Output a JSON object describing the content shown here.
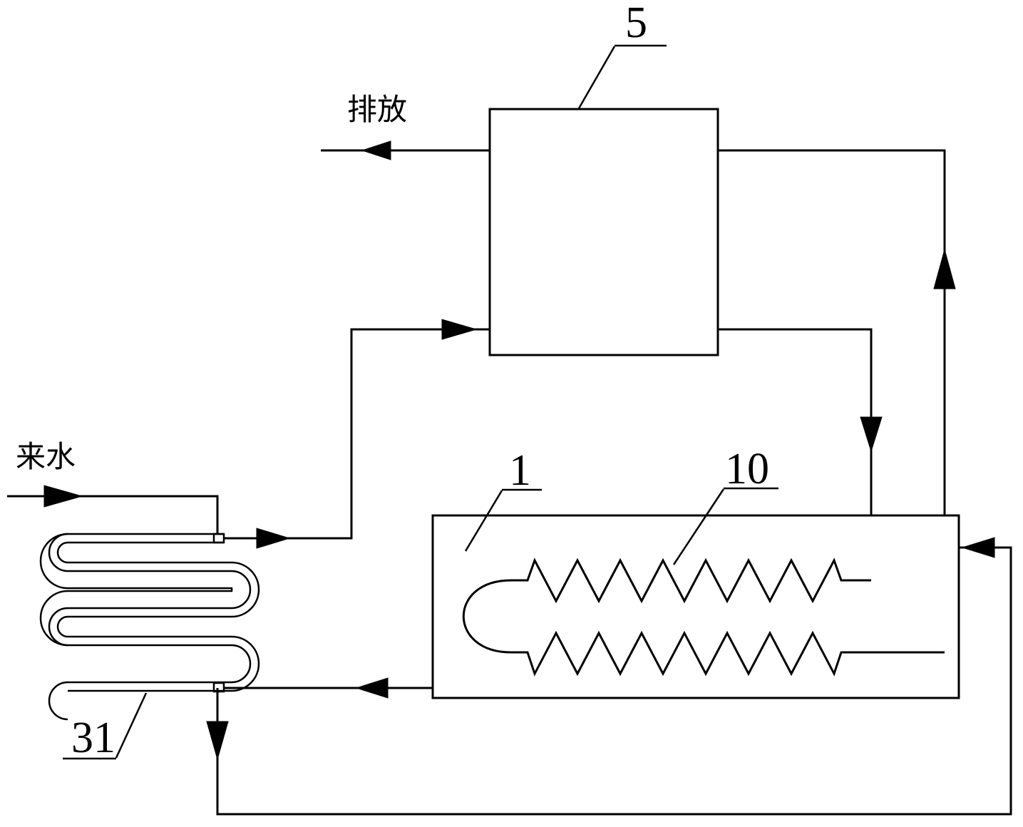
{
  "labels": {
    "exchanger": "5",
    "tank": "1",
    "coil": "10",
    "preheater": "31",
    "discharge": "排放",
    "inlet_water": "来水"
  }
}
